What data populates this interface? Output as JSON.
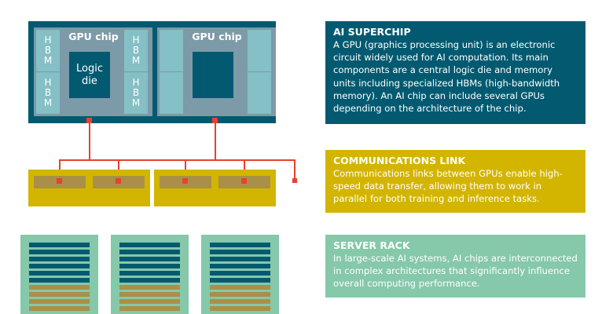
{
  "colors": {
    "board": "#035a70",
    "chip": "#7d9aa8",
    "hbm": "#84c0c5",
    "link_card": "#d3b500",
    "link_slot": "#a99046",
    "link_line": "#e8412d",
    "rack": "#85c8aa",
    "rack_stripe_blue": "#035a70",
    "rack_stripe_gold": "#a99046"
  },
  "diagram": {
    "chips": [
      {
        "title": "GPU chip",
        "logic_label": "Logic\ndie",
        "hbm_label": "H\nB\nM"
      },
      {
        "title": "GPU chip",
        "logic_label": "",
        "hbm_label": ""
      }
    ],
    "link_cards": 2,
    "slots_per_card": 2,
    "racks": 3,
    "rack_stripes": {
      "blue": 6,
      "gold": 4
    }
  },
  "panels": [
    {
      "title": "AI SUPERCHIP",
      "text": "A GPU (graphics processing unit) is an electronic circuit widely used for AI computation. Its main components are a central logic die and memory units including specialized HBMs (high-bandwidth memory). An AI chip can include several GPUs depending on the architecture of the chip."
    },
    {
      "title": "COMMUNICATIONS LINK",
      "text": "Communications links between GPUs enable high-speed data transfer, allowing them to work in parallel for both training and inference tasks."
    },
    {
      "title": "SERVER RACK",
      "text": "In large-scale AI systems, AI chips are interconnected in complex architectures that significantly influence overall computing performance."
    }
  ]
}
